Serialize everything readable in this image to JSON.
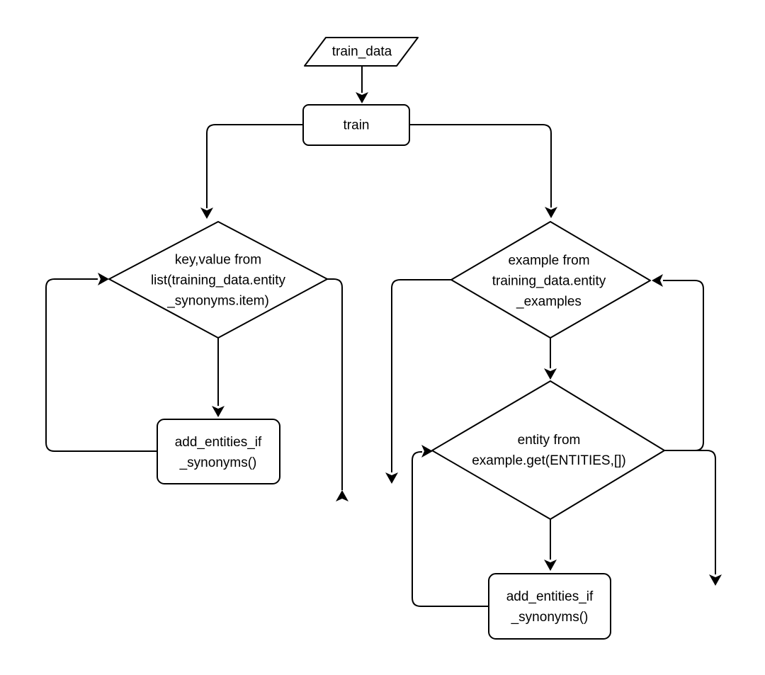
{
  "diagram": {
    "kind": "flowchart",
    "colors": {
      "stroke": "#000000",
      "node_fill": "#ffffff",
      "background": "#ffffff",
      "text": "#000000"
    },
    "nodes": {
      "train_data": {
        "type": "input-parallelogram",
        "lines": [
          "train_data"
        ]
      },
      "train": {
        "type": "process",
        "lines": [
          "train"
        ]
      },
      "loop_synonyms": {
        "type": "loop-diamond",
        "lines": [
          "key,value from",
          "list(training_data.entity",
          "_synonyms.item)"
        ]
      },
      "loop_examples": {
        "type": "loop-diamond",
        "lines": [
          "example from",
          "training_data.entity",
          "_examples"
        ]
      },
      "loop_entities": {
        "type": "loop-diamond",
        "lines": [
          "entity from",
          "example.get(ENTITIES,[])"
        ]
      },
      "call_left": {
        "type": "process",
        "lines": [
          "add_entities_if",
          "_synonyms()"
        ]
      },
      "call_right": {
        "type": "process",
        "lines": [
          "add_entities_if",
          "_synonyms()"
        ]
      }
    },
    "edges": [
      {
        "from": "train_data",
        "to": "train",
        "route": "straight-down"
      },
      {
        "from": "train",
        "to": "loop_synonyms",
        "route": "left-then-down"
      },
      {
        "from": "train",
        "to": "loop_examples",
        "route": "right-then-down"
      },
      {
        "from": "loop_synonyms",
        "to": "call_left",
        "route": "straight-down"
      },
      {
        "from": "call_left",
        "to": "loop_synonyms",
        "route": "loop-back-left-into-left-vertex"
      },
      {
        "from": "loop_synonyms",
        "to": "exit",
        "route": "right-vertex-down-up-arrowhead"
      },
      {
        "from": "loop_examples",
        "to": "exit",
        "route": "left-vertex-down-arrow"
      },
      {
        "from": "loop_examples",
        "to": "loop_entities",
        "route": "straight-down"
      },
      {
        "from": "loop_entities",
        "to": "call_right",
        "route": "straight-down"
      },
      {
        "from": "call_right",
        "to": "loop_entities",
        "route": "loop-back-left-into-left-vertex"
      },
      {
        "from": "loop_entities",
        "to": "loop_examples",
        "route": "right-then-up-into-right-vertex"
      },
      {
        "from": "loop_entities",
        "to": "exit",
        "route": "right-then-down-arrow"
      }
    ]
  }
}
